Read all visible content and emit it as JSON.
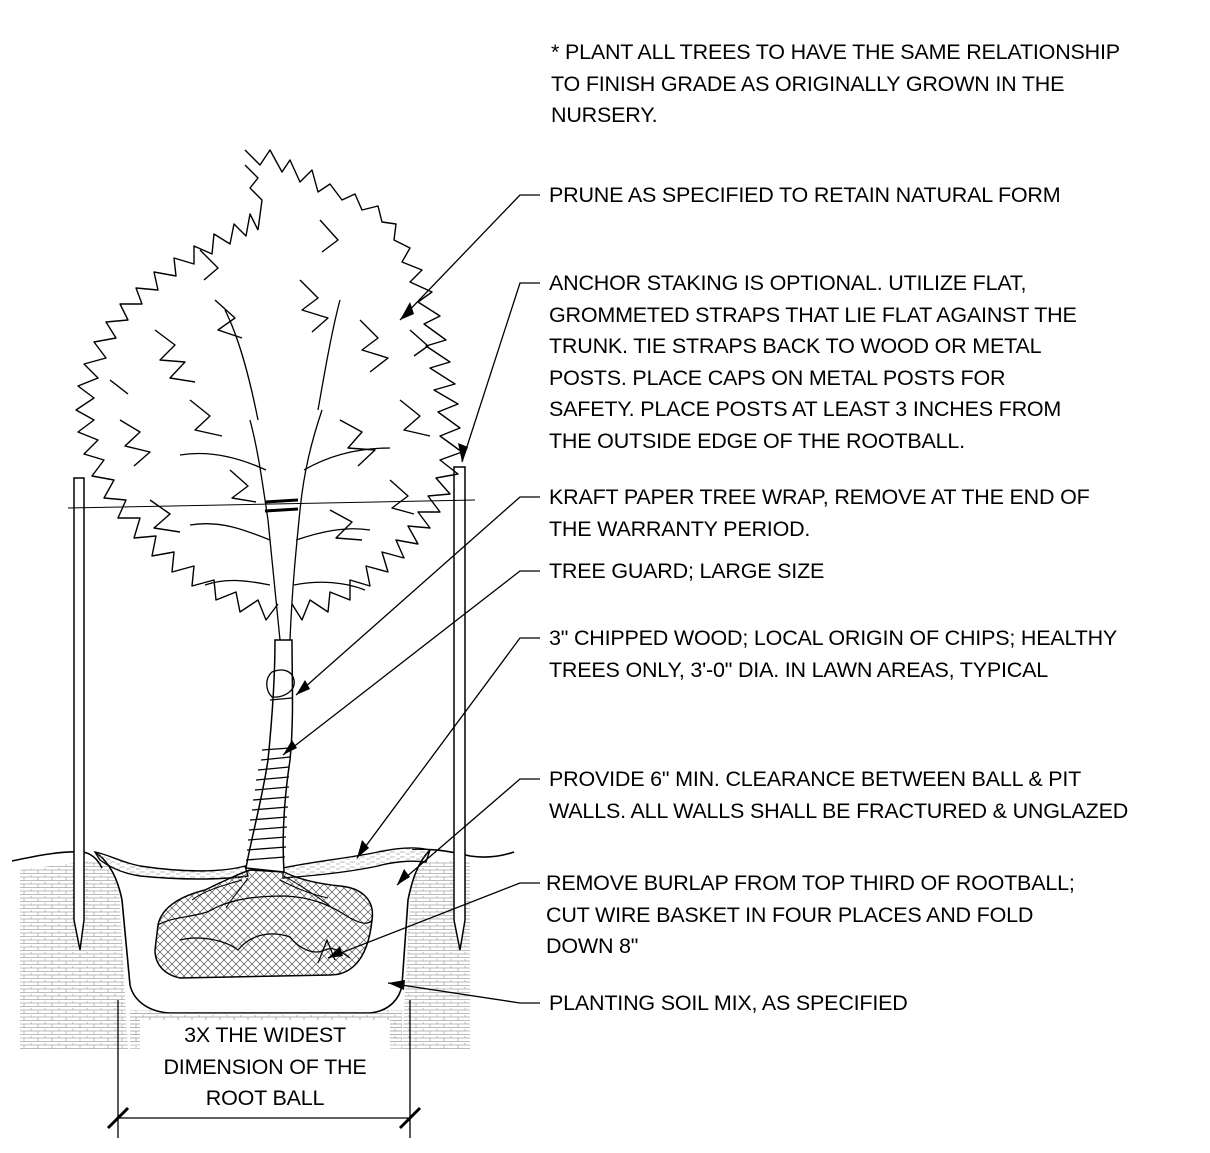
{
  "notes": {
    "nursery_note": "* PLANT ALL TREES TO HAVE THE SAME RELATIONSHIP\nTO FINISH GRADE AS ORIGINALLY GROWN IN THE\nNURSERY.",
    "prune": "PRUNE AS SPECIFIED TO RETAIN NATURAL FORM",
    "anchor_staking": "ANCHOR STAKING IS OPTIONAL.  UTILIZE FLAT,\nGROMMETED STRAPS THAT LIE FLAT AGAINST THE\nTRUNK.  TIE STRAPS BACK TO WOOD OR METAL\nPOSTS.  PLACE CAPS ON METAL POSTS FOR\nSAFETY.  PLACE POSTS AT LEAST 3 INCHES FROM\nTHE OUTSIDE EDGE OF THE ROOTBALL.",
    "tree_wrap": "KRAFT PAPER TREE WRAP, REMOVE AT THE END OF\nTHE WARRANTY PERIOD.",
    "tree_guard": "TREE GUARD; LARGE SIZE",
    "chipped_wood": "3\" CHIPPED WOOD; LOCAL ORIGIN OF CHIPS; HEALTHY\nTREES ONLY, 3'-0\" DIA. IN LAWN AREAS, TYPICAL",
    "clearance": "PROVIDE 6\" MIN. CLEARANCE BETWEEN BALL & PIT\nWALLS.  ALL WALLS SHALL BE FRACTURED & UNGLAZED",
    "burlap": "REMOVE BURLAP FROM TOP THIRD OF ROOTBALL;\nCUT WIRE BASKET IN FOUR PLACES AND FOLD\nDOWN 8\"",
    "soil_mix": "PLANTING SOIL MIX, AS SPECIFIED"
  },
  "dimension": {
    "label": "3X THE WIDEST\nDIMENSION OF THE\nROOT BALL"
  },
  "colors": {
    "ink": "#000000",
    "background": "#ffffff",
    "hatch": "#9a9a9a"
  }
}
